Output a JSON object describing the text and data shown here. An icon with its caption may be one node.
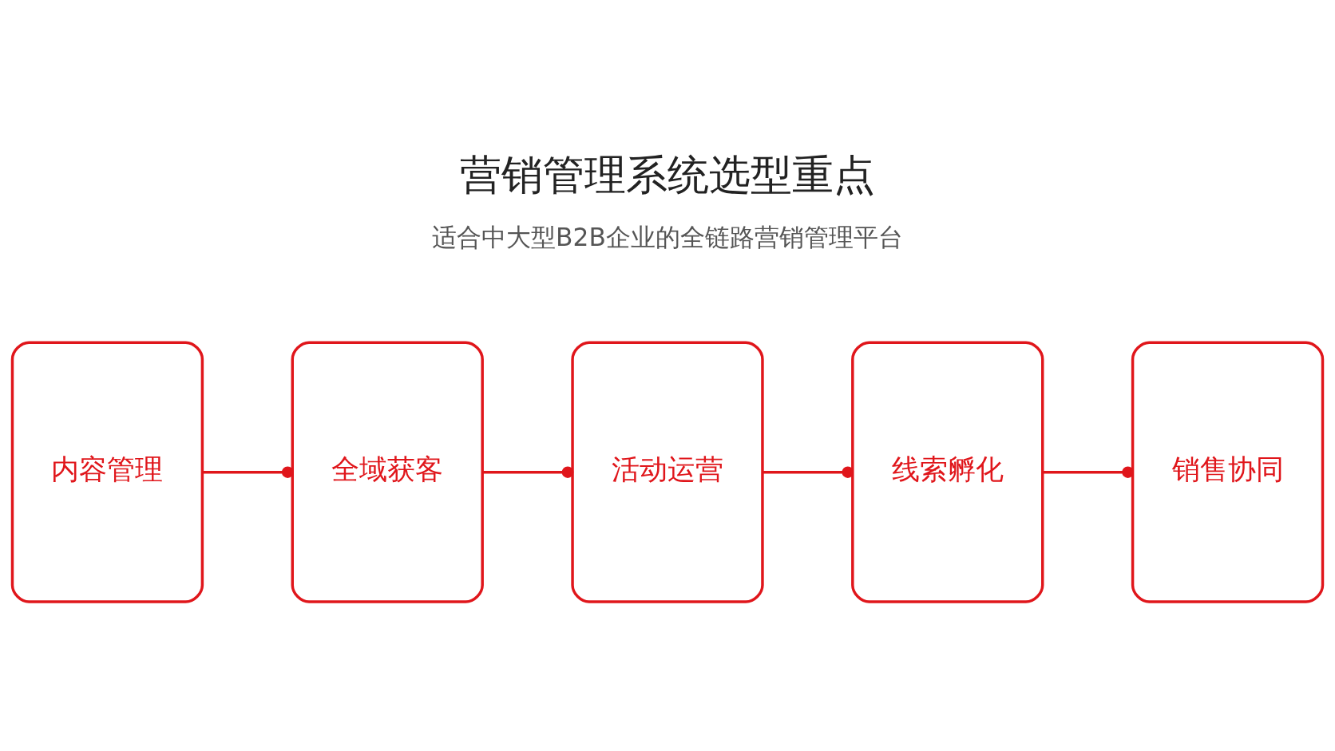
{
  "diagram": {
    "title": "营销管理系统选型重点",
    "nodes": [
      {
        "text": [
          "内容管理"
        ]
      },
      {
        "text": [
          "全域获客"
        ]
      },
      {
        "text": [
          "活动运营"
        ]
      },
      {
        "text": [
          "线索孵化"
        ]
      },
      {
        "text": [
          "销售协同"
        ]
      }
    ],
    "edges": [
      {
        "from": 0,
        "to": 1,
        "arrow": "other"
      },
      {
        "from": 1,
        "to": 2,
        "arrow": "other"
      },
      {
        "from": 2,
        "to": 3,
        "arrow": "other"
      },
      {
        "from": 3,
        "to": 4,
        "arrow": "other"
      }
    ],
    "labels": [
      "适合中大型B2B企业的全链路营销管理平台"
    ]
  }
}
